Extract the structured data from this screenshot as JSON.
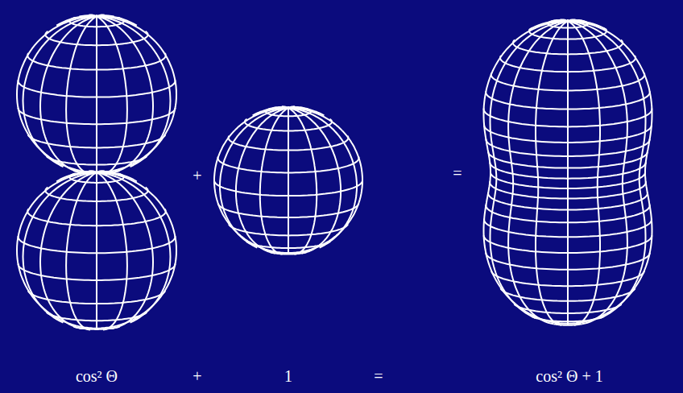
{
  "diagram": {
    "labels": [
      "+",
      "=",
      "cos² Θ",
      "+",
      "1",
      "=",
      "cos² Θ + 1"
    ]
  }
}
